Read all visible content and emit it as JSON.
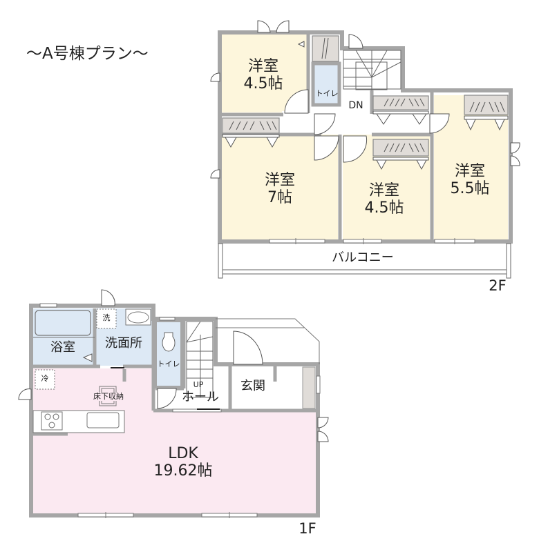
{
  "title": "～A号棟プラン～",
  "colors": {
    "wall": "#a6a6a6",
    "bedroom_fill": "#fdf6dc",
    "wet_fill": "#dde9f5",
    "ldk_fill": "#fbe9f1",
    "closet_fill": "#e0dcd8",
    "line": "#555555"
  },
  "floor2": {
    "label": "2F",
    "rooms": [
      {
        "id": "bedroom-nw",
        "name": "洋室",
        "size": "4.5帖"
      },
      {
        "id": "bedroom-w",
        "name": "洋室",
        "size": "7帖"
      },
      {
        "id": "bedroom-c",
        "name": "洋室",
        "size": "4.5帖"
      },
      {
        "id": "bedroom-e",
        "name": "洋室",
        "size": "5.5帖"
      }
    ],
    "toilet": "トイレ",
    "stairs": "DN",
    "balcony": "バルコニー"
  },
  "floor1": {
    "label": "1F",
    "bath": "浴室",
    "washroom": "洗面所",
    "washer_mark": "洗",
    "fridge_mark": "冷",
    "toilet": "トイレ",
    "stairs": "UP",
    "hall": "ホール",
    "entrance": "玄関",
    "storage": "床下収納",
    "ldk": {
      "name": "LDK",
      "size": "19.62帖"
    }
  }
}
